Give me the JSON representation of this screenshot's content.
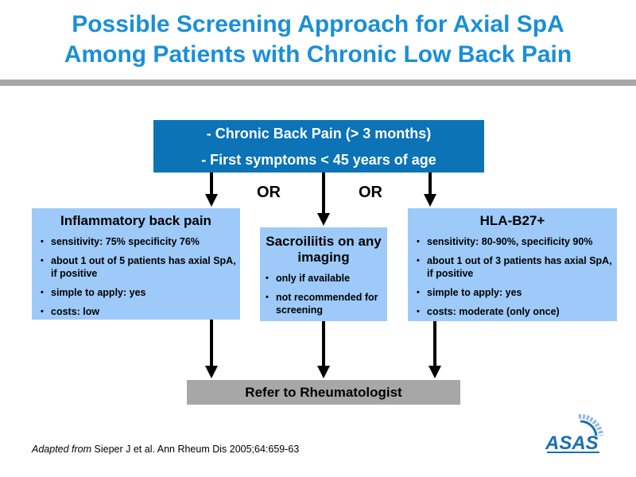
{
  "slide": {
    "title_line1": "Possible Screening Approach for Axial SpA",
    "title_line2": "Among Patients with Chronic Low Back Pain"
  },
  "top_box": {
    "line1": "- Chronic Back Pain (> 3 months)",
    "line2": "- First symptoms < 45 years of age"
  },
  "connectors": {
    "or_left": "OR",
    "or_right": "OR"
  },
  "left_box": {
    "heading": "Inflammatory back pain",
    "bullets": [
      "sensitivity: 75% specificity 76%",
      "about 1 out of 5 patients has axial SpA, if positive",
      "simple to apply:  yes",
      "costs: low"
    ]
  },
  "middle_box": {
    "heading": "Sacroiliitis on any imaging",
    "bullets": [
      "only if available",
      "not recommended for screening"
    ]
  },
  "right_box": {
    "heading": "HLA-B27+",
    "bullets": [
      "sensitivity: 80-90%, specificity 90%",
      "about 1 out of 3 patients has axial SpA, if positive",
      "simple to apply:  yes",
      "costs: moderate (only once)"
    ]
  },
  "bottom_box": {
    "label": "Refer to Rheumatologist"
  },
  "footer": {
    "citation_italic": "Adapted from",
    "citation_rest": " Sieper J et al. Ann Rheum Dis 2005;64:659-63",
    "logo_text": "ASAS"
  },
  "colors": {
    "title": "#1a8fd8",
    "top_box": "#0b73b6",
    "side_boxes": "#9dcaf9",
    "bottom_box": "#a7a7a7",
    "divider": "#a7a7a7",
    "logo": "#1a6fb5"
  }
}
